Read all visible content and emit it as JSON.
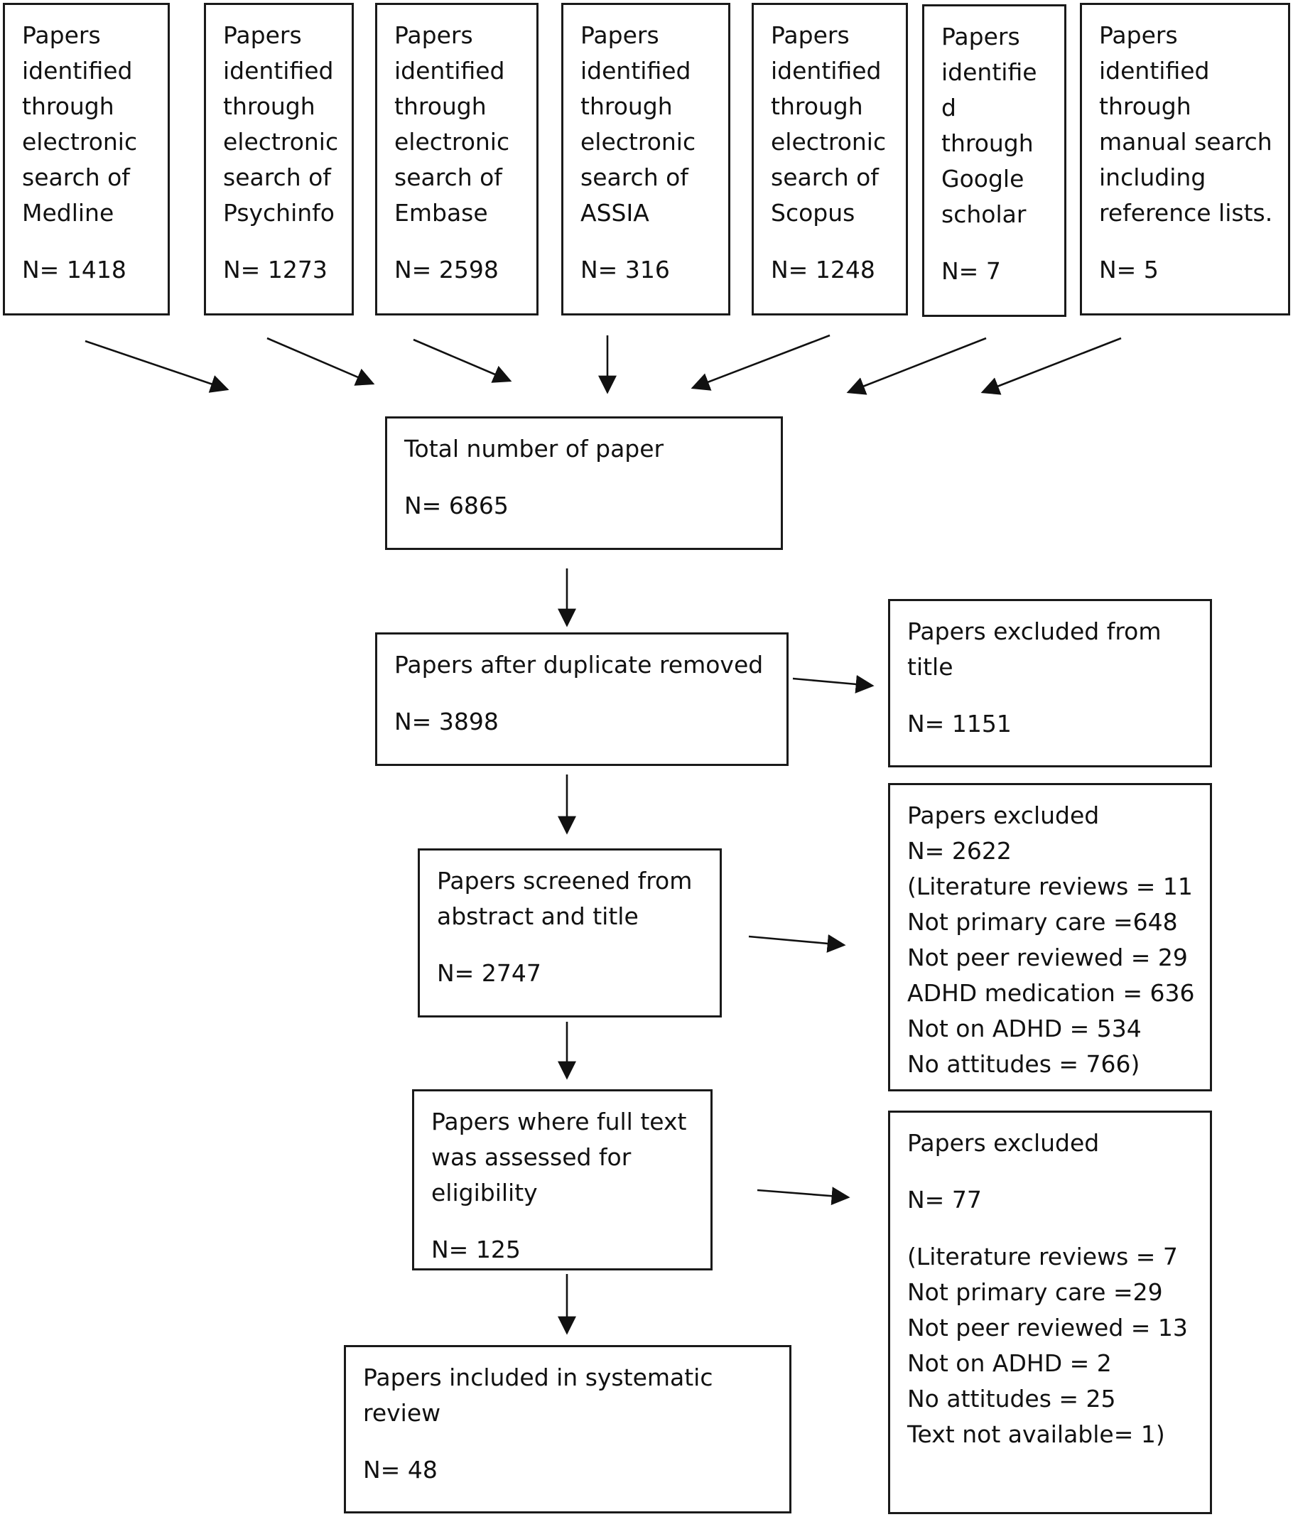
{
  "sources": [
    {
      "lines": [
        "Papers",
        "identified",
        "through",
        "electronic",
        "search of",
        "Medline"
      ],
      "n": "N= 1418"
    },
    {
      "lines": [
        "Papers",
        "identified",
        "through",
        "electronic",
        "search of",
        "Psychinfo"
      ],
      "n": "N= 1273"
    },
    {
      "lines": [
        "Papers",
        "identified",
        "through",
        "electronic",
        "search of",
        "Embase"
      ],
      "n": "N= 2598"
    },
    {
      "lines": [
        "Papers",
        "identified",
        "through",
        "electronic",
        "search of",
        "ASSIA"
      ],
      "n": "N= 316"
    },
    {
      "lines": [
        "Papers",
        "identified",
        "through",
        "electronic",
        "search of",
        "Scopus"
      ],
      "n": "N= 1248"
    },
    {
      "lines": [
        "Papers",
        "identifie",
        "d",
        "through",
        "Google",
        "scholar"
      ],
      "n": "N= 7"
    },
    {
      "lines": [
        "Papers",
        "identified",
        "through",
        "manual search",
        "including",
        "reference lists."
      ],
      "n": "N= 5"
    }
  ],
  "total": {
    "lines": [
      "Total number of paper"
    ],
    "n": "N= 6865"
  },
  "dedup": {
    "lines": [
      "Papers after duplicate removed"
    ],
    "n": "N= 3898"
  },
  "excluded_title": {
    "lines": [
      "Papers excluded from",
      "title"
    ],
    "n": "N= 1151"
  },
  "screened": {
    "lines": [
      "Papers screened from",
      "abstract and title"
    ],
    "n": "N= 2747"
  },
  "excluded_abstract": {
    "lines": [
      "Papers excluded",
      "N= 2622",
      "(Literature reviews = 11",
      "Not primary care =648",
      "Not peer reviewed = 29",
      "ADHD medication = 636",
      "Not on ADHD = 534",
      "No attitudes = 766)"
    ]
  },
  "fulltext": {
    "lines": [
      "Papers where full text",
      "was assessed for",
      "eligibility"
    ],
    "n": "N= 125"
  },
  "excluded_fulltext": {
    "title": "Papers excluded",
    "n": "N= 77",
    "lines": [
      "(Literature reviews = 7",
      "Not primary care =29",
      "Not peer reviewed = 13",
      "Not on ADHD = 2",
      "No attitudes = 25",
      "Text not available= 1)"
    ]
  },
  "included": {
    "lines": [
      "Papers included in systematic",
      "review"
    ],
    "n": "N= 48"
  }
}
